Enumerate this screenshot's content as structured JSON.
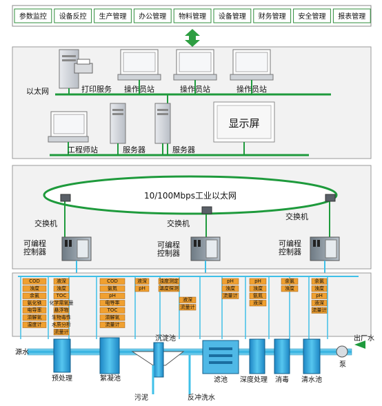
{
  "top_menu": [
    "参数监控",
    "设备反控",
    "生产管理",
    "办公管理",
    "物料管理",
    "设备管理",
    "财务管理",
    "安全管理",
    "报表管理"
  ],
  "office": {
    "ethernet_label": "以太网",
    "print_service": "打印服务",
    "operator_station": "操作员站",
    "engineer_station": "工程师站",
    "server": "服务器",
    "display_screen": "显示屏"
  },
  "network": {
    "ring_label": "10/100Mbps工业以太网",
    "switch_label": "交换机",
    "plc_label_line1": "可编程",
    "plc_label_line2": "控制器"
  },
  "sensors": {
    "group1_left": [
      "COD",
      "浊度",
      "余氯",
      "氨化铁",
      "电导率",
      "溶解氧",
      "温度计"
    ],
    "group1_right": [
      "液深",
      "浊度",
      "TOC",
      "化学需氧量",
      "悬浮物",
      "生物毒性",
      "水质分析",
      "流量计"
    ],
    "group2_left": [
      "COD",
      "氨氮",
      "pH",
      "电导率",
      "TOC",
      "溶解氧",
      "流量计"
    ],
    "group2_right": [
      "液深",
      "pH"
    ],
    "group3_a": [
      "浊度测定",
      "温度探测"
    ],
    "group3_b": [
      "液深",
      "流量计"
    ],
    "group4": [
      "pH",
      "浊度",
      "流量计"
    ],
    "group5": [
      "pH",
      "浊度",
      "氨氮",
      "液深"
    ],
    "group6_left": [
      "余氯",
      "浊度"
    ],
    "group6_right": [
      "余氯",
      "浊度",
      "pH",
      "液深",
      "流量计"
    ]
  },
  "process": {
    "source_water": "源水",
    "pretreatment": "预处理",
    "coagulation": "絮凝池",
    "sedimentation": "沉淀池",
    "sludge": "污泥",
    "backwash": "反冲洗水",
    "filter": "滤池",
    "advanced": "深度处理",
    "disinfection": "消毒",
    "clear_well": "清水池",
    "pump": "泵",
    "outflow": "出厂水"
  },
  "colors": {
    "ethernet": "#1e9a3c",
    "ring_fill": "#ffffff",
    "water": "#3fc0e8",
    "tank": "#2fa0d8",
    "sensor": "#f0a030",
    "menu_border": "#2d8c3a",
    "panel_border": "#9a9a9a"
  }
}
